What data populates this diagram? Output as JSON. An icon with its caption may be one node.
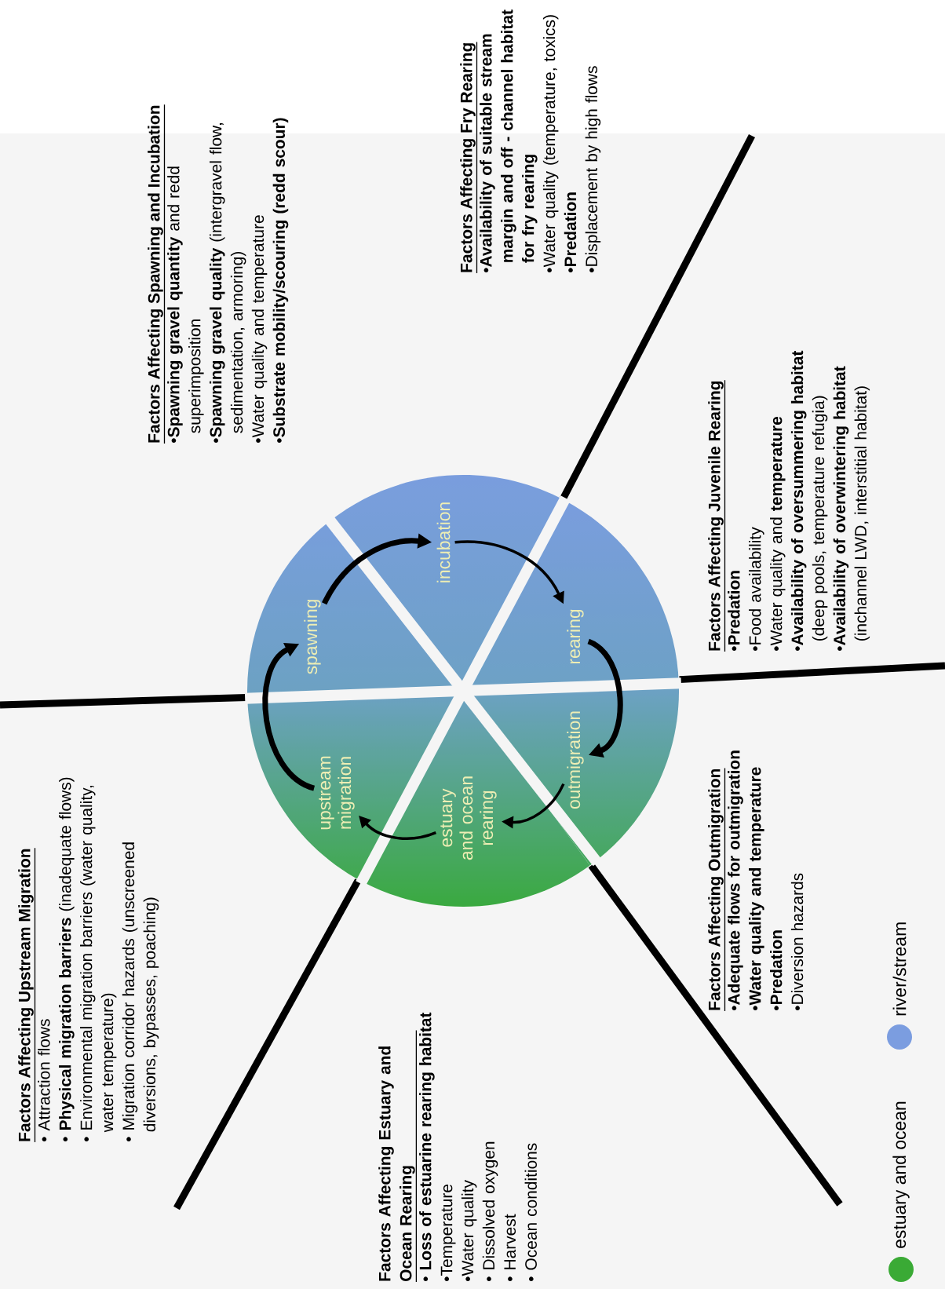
{
  "diagram": {
    "nodes": [
      {
        "text": [
          "spawning"
        ]
      },
      {
        "text": [
          "incubation"
        ]
      },
      {
        "text": [
          "rearing"
        ]
      },
      {
        "text": [
          "outmigration"
        ]
      },
      {
        "text": [
          "estuary and ocean rearing"
        ]
      },
      {
        "text": [
          "upstream migration"
        ]
      }
    ],
    "edges": [
      {
        "from": 0,
        "to": 1,
        "arrow": "to",
        "style": "thick"
      },
      {
        "from": 1,
        "to": 2,
        "arrow": "to"
      },
      {
        "from": 2,
        "to": 3,
        "arrow": "to",
        "style": "thick"
      },
      {
        "from": 3,
        "to": 4,
        "arrow": "to"
      },
      {
        "from": 4,
        "to": 5,
        "arrow": "to"
      },
      {
        "from": 5,
        "to": 0,
        "arrow": "to",
        "style": "thick"
      }
    ],
    "labels": [
      "Factors Affecting Spawning and Incubation",
      "•**Spawning gravel quantity** and redd superimposition",
      "•**Spawning gravel quality** (intergravel flow, sedimentation, armoring)",
      "•Water quality and temperature",
      "•**Substrate mobility/scouring (redd scour)**",
      "Factors Affecting Fry Rearing",
      "•**Availability of suitable stream margin and off - channel habitat for fry rearing**",
      "•Water quality (temperature, toxics)",
      "•**Predation**",
      "•Displacement by high flows",
      "Factors Affecting Juvenile Rearing",
      "•**Predation**",
      "•Food availability",
      "•Water quality and **temperature**",
      "•**Availability of oversummering habitat** (deep pools, temperature refugia)",
      "•**Availability of overwintering habitat** (inchannel LWD, interstitial habitat)",
      "Factors Affecting Outmigration",
      "•**Adequate flows for outmigration**",
      "•**Water quality and temperature**",
      "•**Predation**",
      "•Diversion hazards",
      "Factors Affecting Estuary and Ocean Rearing",
      "• **Loss of estuarine rearing habitat**",
      "•Temperature",
      "•Water quality",
      "• Dissolved oxygen",
      "• Harvest",
      "• Ocean conditions",
      "Factors Affecting Upstream Migration",
      "• Attraction flows",
      "• **Physical migration barriers** (inadequate flows)",
      "• Environmental migration barriers (water quality, water temperature)",
      "• Migration corridor hazards (unscreened diversions, bypasses, poaching)"
    ],
    "legend": [
      {
        "text": "estuary and ocean",
        "color": "#3aaa35"
      },
      {
        "text": "river/stream",
        "color": "#7b9de0"
      }
    ]
  }
}
